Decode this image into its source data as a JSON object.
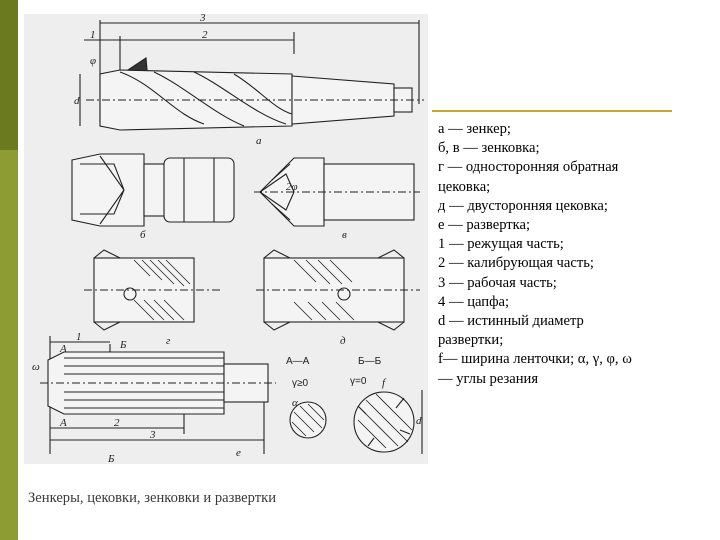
{
  "caption": "Зенкеры, цековки, зенковки и развертки",
  "legend": [
    "а — зенкер;",
    "б, в — зенковка;",
    "г — односторонняя обратная",
    "цековка;",
    "д — двусторонняя цековка;",
    "е — развертка;",
    "1 — режущая часть;",
    "2 — калибрующая часть;",
    "3 — рабочая часть;",
    "4 — цапфа;",
    "d — истинный диаметр",
    "развертки;",
    "f— ширина ленточки; α, γ, φ, ω",
    "— углы резания"
  ],
  "figure_labels": {
    "a": "а",
    "b": "б",
    "v": "в",
    "g": "г",
    "d_fig": "д",
    "e": "е",
    "n1": "1",
    "n2": "2",
    "n3": "3",
    "n1b": "1",
    "n2b": "2",
    "n3b": "3",
    "d_dim": "d",
    "d_dim2": "d",
    "section_aa": "А—А",
    "section_bb": "Б—Б",
    "A_top": "А",
    "A_bot": "А",
    "B_top": "Б",
    "B_bot": "Б",
    "gamma0": "γ=0",
    "gamma_ge0": "γ≥0",
    "phi": "φ",
    "alpha": "α",
    "omega": "ω",
    "f": "f",
    "angle_2phi": "2φ"
  },
  "colors": {
    "bar_dark": "#6b7a1e",
    "bar_light": "#8d9c33",
    "rule": "#c8a431",
    "figure_bg": "#eeeeee",
    "caption": "#3a3a3a"
  }
}
